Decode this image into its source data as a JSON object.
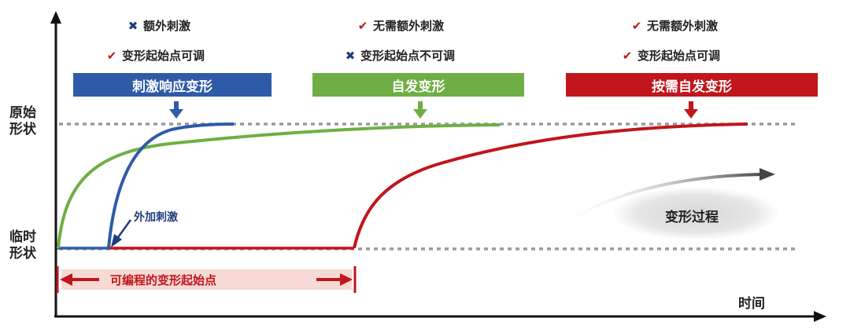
{
  "y_axis": {
    "top_label_line1": "原始",
    "top_label_line2": "形状",
    "bottom_label_line1": "临时",
    "bottom_label_line2": "形状"
  },
  "x_axis": {
    "label": "时间"
  },
  "modes": [
    {
      "title": "刺激响应变形",
      "color": "#2e5aa8",
      "features": [
        {
          "mark": "cross",
          "text": "额外刺激"
        },
        {
          "mark": "check",
          "text": "变形起始点可调"
        }
      ]
    },
    {
      "title": "自发变形",
      "color": "#6fae45",
      "features": [
        {
          "mark": "check",
          "text": "无需额外刺激"
        },
        {
          "mark": "cross",
          "text": "变形起始点不可调"
        }
      ]
    },
    {
      "title": "按需自发变形",
      "color": "#c0161c",
      "features": [
        {
          "mark": "check",
          "text": "无需额外刺激"
        },
        {
          "mark": "check",
          "text": "变形起始点可调"
        }
      ]
    }
  ],
  "annotations": {
    "stimulus": "外加刺激",
    "programmable_start": "可编程的变形起始点",
    "process": "变形过程"
  },
  "marks": {
    "cross": "✖",
    "check": "✔"
  }
}
